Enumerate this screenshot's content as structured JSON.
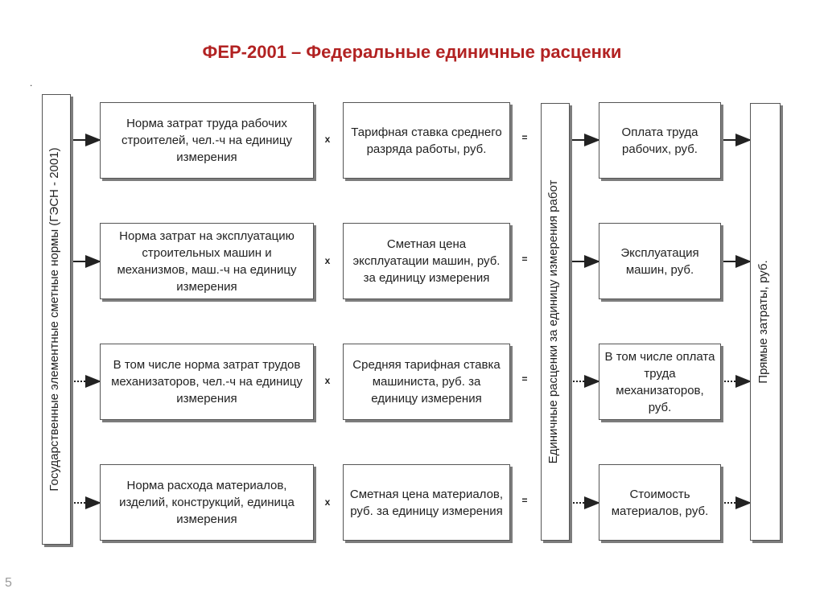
{
  "title": "ФЕР-2001 – Федеральные единичные расценки",
  "page_number": "5",
  "left_bar": "Государственные элементные сметные нормы (ГЭСН  -  2001)",
  "middle_bar": "Единичные расценки за единицу измерения работ",
  "right_bar": "Прямые затраты, руб.",
  "rows": [
    {
      "norm": "Норма затрат труда рабочих строителей, чел.-ч на единицу измерения",
      "op1": "x",
      "rate": "Тарифная ставка среднего разряда работы, руб.",
      "op2": "=",
      "result": "Оплата труда рабочих, руб."
    },
    {
      "norm": "Норма затрат на эксплуатацию строительных машин и механизмов, маш.-ч на единицу измерения",
      "op1": "x",
      "rate": "Сметная цена эксплуатации машин, руб. за единицу измерения",
      "op2": "=",
      "result": "Эксплуатация машин, руб."
    },
    {
      "norm": "В том числе норма затрат трудов механизаторов, чел.-ч на единицу измерения",
      "op1": "x",
      "rate": "Средняя тарифная ставка машиниста, руб. за единицу измерения",
      "op2": "=",
      "result": "В том числе оплата труда механизаторов, руб."
    },
    {
      "norm": "Норма расхода материалов, изделий, конструкций, единица измерения",
      "op1": "x",
      "rate": "Сметная цена материалов, руб. за единицу измерения",
      "op2": "=",
      "result": "Стоимость материалов, руб."
    }
  ]
}
